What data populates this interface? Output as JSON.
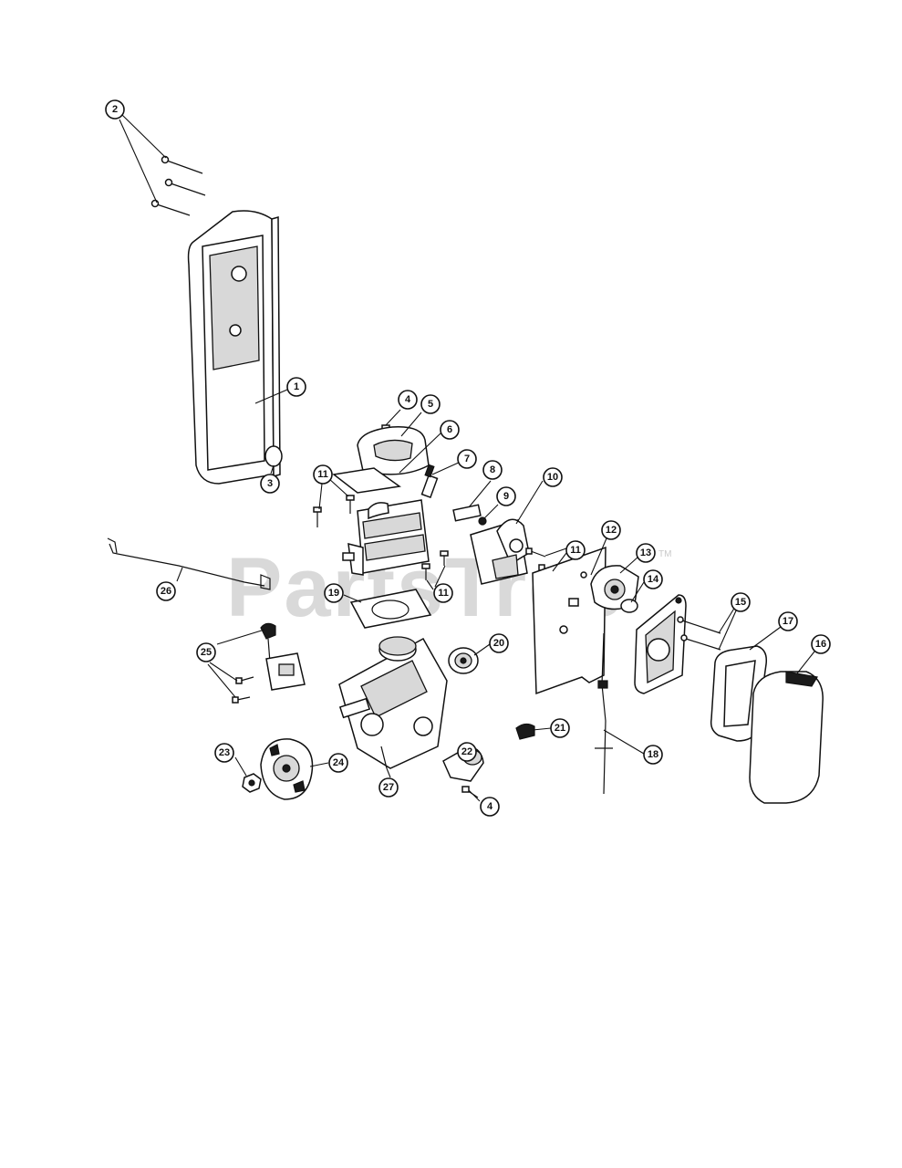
{
  "watermark": {
    "text": "PartsTree",
    "tm": "TM"
  },
  "callouts": [
    {
      "id": "c1",
      "label": "1"
    },
    {
      "id": "c2",
      "label": "2"
    },
    {
      "id": "c3",
      "label": "3"
    },
    {
      "id": "c4a",
      "label": "4"
    },
    {
      "id": "c5",
      "label": "5"
    },
    {
      "id": "c6",
      "label": "6"
    },
    {
      "id": "c7",
      "label": "7"
    },
    {
      "id": "c8",
      "label": "8"
    },
    {
      "id": "c9",
      "label": "9"
    },
    {
      "id": "c10",
      "label": "10"
    },
    {
      "id": "c11a",
      "label": "11"
    },
    {
      "id": "c11b",
      "label": "11"
    },
    {
      "id": "c11c",
      "label": "11"
    },
    {
      "id": "c12",
      "label": "12"
    },
    {
      "id": "c13",
      "label": "13"
    },
    {
      "id": "c14",
      "label": "14"
    },
    {
      "id": "c15",
      "label": "15"
    },
    {
      "id": "c16",
      "label": "16"
    },
    {
      "id": "c17",
      "label": "17"
    },
    {
      "id": "c18",
      "label": "18"
    },
    {
      "id": "c19",
      "label": "19"
    },
    {
      "id": "c20",
      "label": "20"
    },
    {
      "id": "c21",
      "label": "21"
    },
    {
      "id": "c22",
      "label": "22"
    },
    {
      "id": "c23",
      "label": "23"
    },
    {
      "id": "c24",
      "label": "24"
    },
    {
      "id": "c25",
      "label": "25"
    },
    {
      "id": "c26",
      "label": "26"
    },
    {
      "id": "c27",
      "label": "27"
    },
    {
      "id": "c4b",
      "label": "4"
    }
  ]
}
